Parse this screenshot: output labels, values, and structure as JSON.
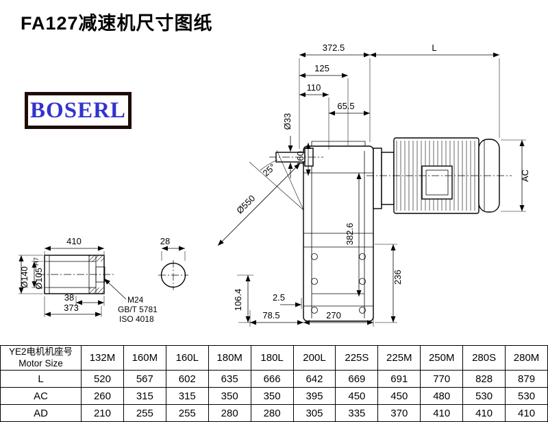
{
  "title": "FA127减速机尺寸图纸",
  "logo": "BOSERL",
  "drawing": {
    "dims": {
      "overall_width": "372.5",
      "motor_length": "L",
      "dim_125": "125",
      "dim_110": "110",
      "dim_65_5": "65.5",
      "shaft_dia": "Ø33",
      "dim_160": "160",
      "angle_25": "25°",
      "housing_dia": "Ø550",
      "dim_382_6": "382.6",
      "motor_ac": "AC",
      "dim_236": "236",
      "dim_2_5": "2.5",
      "dim_78_5": "78.5",
      "dim_270": "270",
      "shaft_length": "410",
      "dim_28": "28",
      "outer_dia": "Ø140",
      "bore_dia": "Ø105",
      "bore_tol": "H7",
      "dim_38": "38",
      "dim_373": "373",
      "bolt_spec": "M24",
      "bolt_std_gb": "GB/T 5781",
      "bolt_std_iso": "ISO 4018",
      "dim_106_4": "106.4"
    }
  },
  "table": {
    "header_col1_line1": "YE2电机机座号",
    "header_col1_line2": "Motor Size",
    "sizes": [
      "132M",
      "160M",
      "160L",
      "180M",
      "180L",
      "200L",
      "225S",
      "225M",
      "250M",
      "280S",
      "280M"
    ],
    "rows": [
      {
        "label": "L",
        "values": [
          "520",
          "567",
          "602",
          "635",
          "666",
          "642",
          "669",
          "691",
          "770",
          "828",
          "879"
        ]
      },
      {
        "label": "AC",
        "values": [
          "260",
          "315",
          "315",
          "350",
          "350",
          "395",
          "450",
          "450",
          "480",
          "530",
          "530"
        ]
      },
      {
        "label": "AD",
        "values": [
          "210",
          "255",
          "255",
          "280",
          "280",
          "305",
          "335",
          "370",
          "410",
          "410",
          "410"
        ]
      }
    ]
  }
}
